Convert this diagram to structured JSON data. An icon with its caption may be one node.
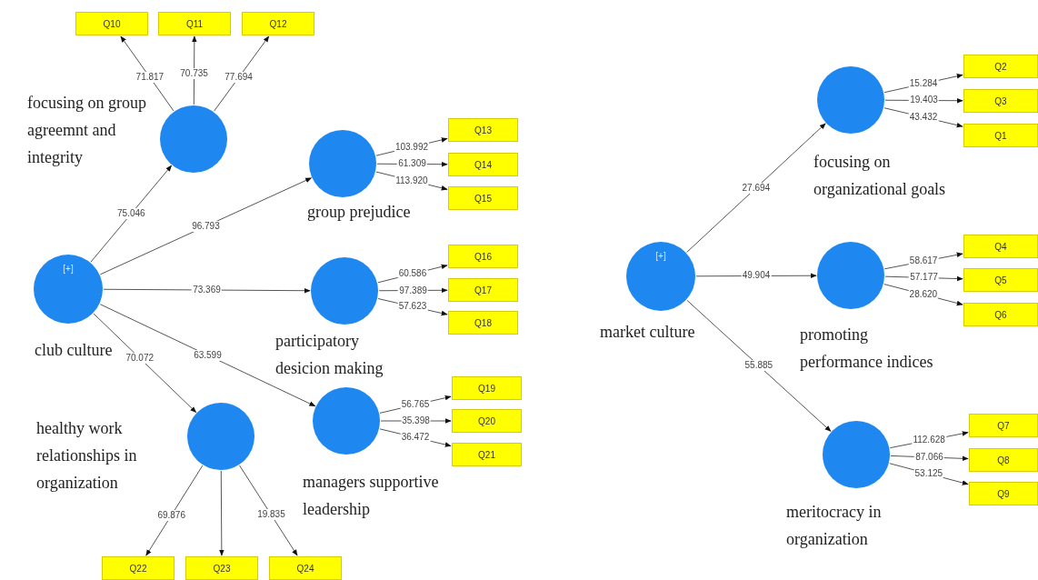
{
  "diagram": {
    "nodes": [
      {
        "text": [
          "Q10"
        ]
      },
      {
        "text": [
          "Q11"
        ]
      },
      {
        "text": [
          "Q12"
        ]
      },
      {
        "text": [
          "focusing on group agreemnt and integrity"
        ]
      },
      {
        "text": [
          "group prejudice"
        ]
      },
      {
        "text": [
          "Q13"
        ]
      },
      {
        "text": [
          "Q14"
        ]
      },
      {
        "text": [
          "Q15"
        ]
      },
      {
        "text": [
          "[+]",
          "club culture"
        ]
      },
      {
        "text": [
          "participatory desicion making"
        ]
      },
      {
        "text": [
          "Q16"
        ]
      },
      {
        "text": [
          "Q17"
        ]
      },
      {
        "text": [
          "Q18"
        ]
      },
      {
        "text": [
          "managers supportive leadership"
        ]
      },
      {
        "text": [
          "Q19"
        ]
      },
      {
        "text": [
          "Q20"
        ]
      },
      {
        "text": [
          "Q21"
        ]
      },
      {
        "text": [
          "healthy work relationships in organization"
        ]
      },
      {
        "text": [
          "Q22"
        ]
      },
      {
        "text": [
          "Q23"
        ]
      },
      {
        "text": [
          "Q24"
        ]
      },
      {
        "text": [
          "[+]",
          "market culture"
        ]
      },
      {
        "text": [
          "focusing on organizational goals"
        ]
      },
      {
        "text": [
          "Q2"
        ]
      },
      {
        "text": [
          "Q3"
        ]
      },
      {
        "text": [
          "Q1"
        ]
      },
      {
        "text": [
          "promoting performance indices"
        ]
      },
      {
        "text": [
          "Q4"
        ]
      },
      {
        "text": [
          "Q5"
        ]
      },
      {
        "text": [
          "Q6"
        ]
      },
      {
        "text": [
          "meritocracy in organization"
        ]
      },
      {
        "text": [
          "Q7"
        ]
      },
      {
        "text": [
          "Q8"
        ]
      },
      {
        "text": [
          "Q9"
        ]
      }
    ],
    "edges": [
      {
        "from": 3,
        "to": 0,
        "arrow": "to",
        "label": "71.817"
      },
      {
        "from": 3,
        "to": 1,
        "arrow": "to",
        "label": "70.735"
      },
      {
        "from": 3,
        "to": 2,
        "arrow": "to",
        "label": "77.694"
      },
      {
        "from": 8,
        "to": 3,
        "arrow": "to",
        "label": "75.046"
      },
      {
        "from": 8,
        "to": 4,
        "arrow": "to",
        "label": "96.793"
      },
      {
        "from": 4,
        "to": 5,
        "arrow": "to",
        "label": "103.992"
      },
      {
        "from": 4,
        "to": 6,
        "arrow": "to",
        "label": "61.309"
      },
      {
        "from": 4,
        "to": 7,
        "arrow": "to",
        "label": "113.920"
      },
      {
        "from": 8,
        "to": 9,
        "arrow": "to",
        "label": "73.369"
      },
      {
        "from": 9,
        "to": 10,
        "arrow": "to",
        "label": "60.586"
      },
      {
        "from": 9,
        "to": 11,
        "arrow": "to",
        "label": "97.389"
      },
      {
        "from": 9,
        "to": 12,
        "arrow": "to",
        "label": "57.623"
      },
      {
        "from": 8,
        "to": 13,
        "arrow": "to",
        "label": "63.599"
      },
      {
        "from": 13,
        "to": 14,
        "arrow": "to",
        "label": "56.765"
      },
      {
        "from": 13,
        "to": 15,
        "arrow": "to",
        "label": "35.398"
      },
      {
        "from": 13,
        "to": 16,
        "arrow": "to",
        "label": "36.472"
      },
      {
        "from": 8,
        "to": 17,
        "arrow": "to",
        "label": "70.072"
      },
      {
        "from": 17,
        "to": 18,
        "arrow": "to",
        "label": "69.876"
      },
      {
        "from": 17,
        "to": 19,
        "arrow": "to"
      },
      {
        "from": 17,
        "to": 20,
        "arrow": "to",
        "label": "19.835"
      },
      {
        "from": 21,
        "to": 22,
        "arrow": "to",
        "label": "27.694"
      },
      {
        "from": 22,
        "to": 23,
        "arrow": "to",
        "label": "15.284"
      },
      {
        "from": 22,
        "to": 24,
        "arrow": "to",
        "label": "19.403"
      },
      {
        "from": 22,
        "to": 25,
        "arrow": "to",
        "label": "43.432"
      },
      {
        "from": 21,
        "to": 26,
        "arrow": "to",
        "label": "49.904"
      },
      {
        "from": 26,
        "to": 27,
        "arrow": "to",
        "label": "58.617"
      },
      {
        "from": 26,
        "to": 28,
        "arrow": "to",
        "label": "57.177"
      },
      {
        "from": 26,
        "to": 29,
        "arrow": "to",
        "label": "28.620"
      },
      {
        "from": 21,
        "to": 30,
        "arrow": "to",
        "label": "55.885"
      },
      {
        "from": 30,
        "to": 31,
        "arrow": "to",
        "label": "112.628"
      },
      {
        "from": 30,
        "to": 32,
        "arrow": "to",
        "label": "87.066"
      },
      {
        "from": 30,
        "to": 33,
        "arrow": "to",
        "label": "53.125"
      }
    ]
  }
}
